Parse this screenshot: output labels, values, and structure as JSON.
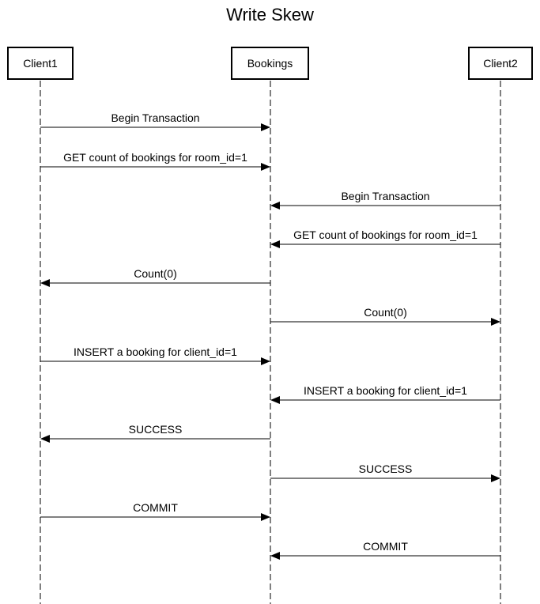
{
  "title": "Write Skew",
  "participants": [
    {
      "id": "client1",
      "label": "Client1"
    },
    {
      "id": "bookings",
      "label": "Bookings"
    },
    {
      "id": "client2",
      "label": "Client2"
    }
  ],
  "messages": [
    {
      "from": "client1",
      "to": "bookings",
      "label": "Begin Transaction"
    },
    {
      "from": "client1",
      "to": "bookings",
      "label": "GET count of bookings for room_id=1"
    },
    {
      "from": "client2",
      "to": "bookings",
      "label": "Begin Transaction"
    },
    {
      "from": "client2",
      "to": "bookings",
      "label": "GET count of bookings for room_id=1"
    },
    {
      "from": "bookings",
      "to": "client1",
      "label": "Count(0)"
    },
    {
      "from": "bookings",
      "to": "client2",
      "label": "Count(0)"
    },
    {
      "from": "client1",
      "to": "bookings",
      "label": "INSERT a booking for client_id=1"
    },
    {
      "from": "client2",
      "to": "bookings",
      "label": "INSERT a booking for client_id=1"
    },
    {
      "from": "bookings",
      "to": "client1",
      "label": "SUCCESS"
    },
    {
      "from": "bookings",
      "to": "client2",
      "label": "SUCCESS"
    },
    {
      "from": "client1",
      "to": "bookings",
      "label": "COMMIT"
    },
    {
      "from": "client2",
      "to": "bookings",
      "label": "COMMIT"
    }
  ]
}
